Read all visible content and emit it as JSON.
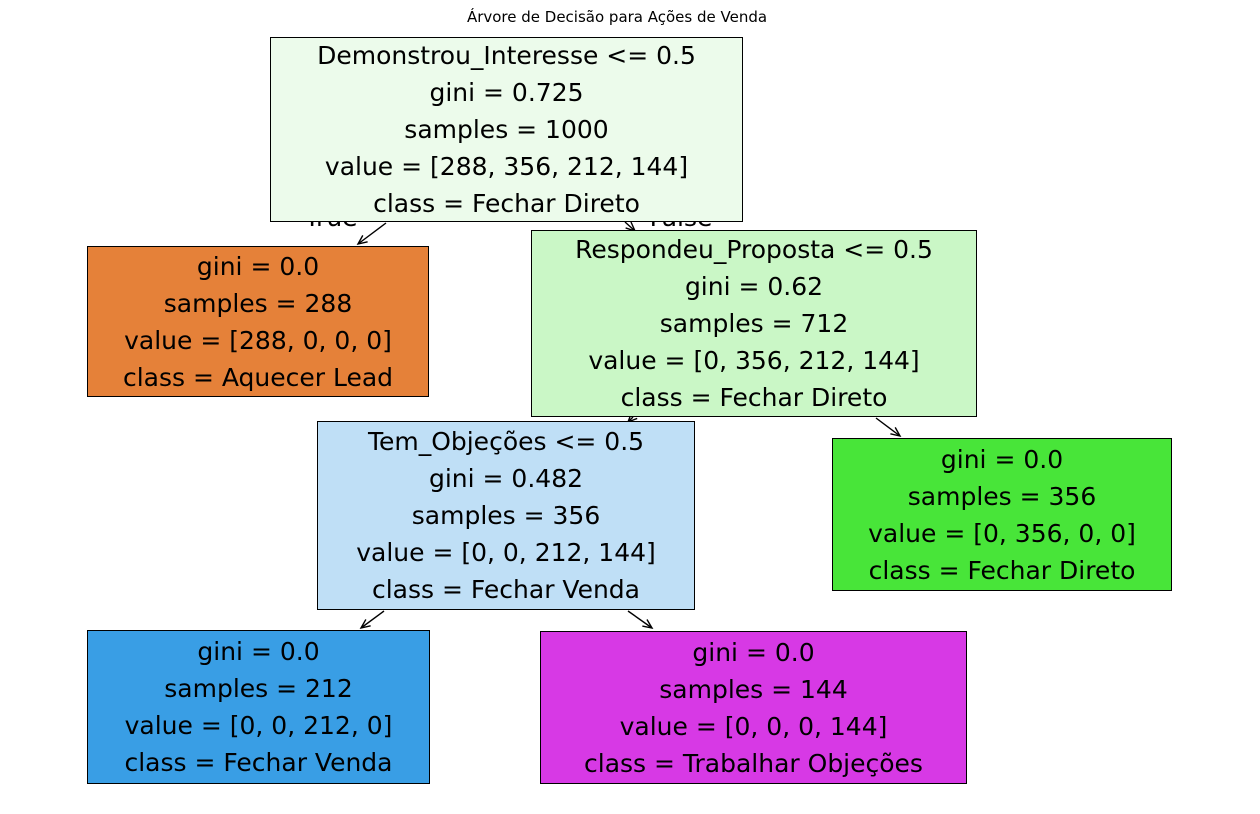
{
  "title": "Árvore de Decisão para Ações de Venda",
  "edge_labels": {
    "true_branch": "True",
    "false_branch": "False"
  },
  "colors": {
    "node_root": "#ecfbeb",
    "node_respondeu": "#caf7c6",
    "node_tem_objecoes": "#bfdff6",
    "leaf_aquecer_lead": "#e58139",
    "leaf_fechar_direto": "#48e539",
    "leaf_fechar_venda": "#399ee5",
    "leaf_trabalhar_objecoes": "#d739e5",
    "border": "#000000",
    "edge": "#000000"
  },
  "nodes": [
    {
      "id": "root",
      "lines": [
        "Demonstrou_Interesse <= 0.5",
        "gini = 0.725",
        "samples = 1000",
        "value = [288, 356, 212, 144]",
        "class = Fechar Direto"
      ]
    },
    {
      "id": "leaf-aquecer-lead",
      "lines": [
        "gini = 0.0",
        "samples = 288",
        "value = [288, 0, 0, 0]",
        "class = Aquecer Lead"
      ]
    },
    {
      "id": "respondeu-proposta",
      "lines": [
        "Respondeu_Proposta <= 0.5",
        "gini = 0.62",
        "samples = 712",
        "value = [0, 356, 212, 144]",
        "class = Fechar Direto"
      ]
    },
    {
      "id": "tem-objecoes",
      "lines": [
        "Tem_Objeções <= 0.5",
        "gini = 0.482",
        "samples = 356",
        "value = [0, 0, 212, 144]",
        "class = Fechar Venda"
      ]
    },
    {
      "id": "leaf-fechar-direto",
      "lines": [
        "gini = 0.0",
        "samples = 356",
        "value = [0, 356, 0, 0]",
        "class = Fechar Direto"
      ]
    },
    {
      "id": "leaf-fechar-venda",
      "lines": [
        "gini = 0.0",
        "samples = 212",
        "value = [0, 0, 212, 0]",
        "class = Fechar Venda"
      ]
    },
    {
      "id": "leaf-trabalhar-objecoes",
      "lines": [
        "gini = 0.0",
        "samples = 144",
        "value = [0, 0, 0, 144]",
        "class = Trabalhar Objeções"
      ]
    }
  ]
}
